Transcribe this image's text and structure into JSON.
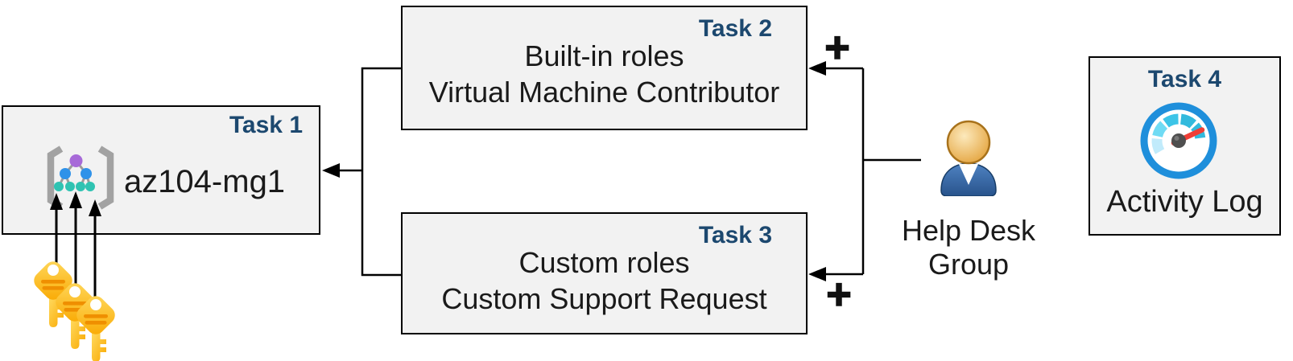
{
  "task1": {
    "label": "Task 1",
    "name": "az104-mg1",
    "icon": "management-group-icon"
  },
  "task2": {
    "label": "Task 2",
    "line1": "Built-in roles",
    "line2": "Virtual Machine Contributor"
  },
  "task3": {
    "label": "Task 3",
    "line1": "Custom roles",
    "line2": "Custom Support Request"
  },
  "task4": {
    "label": "Task 4",
    "caption": "Activity Log",
    "icon": "activity-log-gauge-icon"
  },
  "actor": {
    "line1": "Help Desk",
    "line2": "Group",
    "icon": "user-icon"
  },
  "assignments": {
    "plus_top": "+",
    "plus_bottom": "+"
  },
  "keys": {
    "icon": "key-icon",
    "count": 3
  },
  "colors": {
    "task_label": "#1c486f",
    "box_fill": "#f2f2f2",
    "box_border": "#000000",
    "text": "#1a1a1a",
    "connector": "#000000",
    "key_gold": "#ffb900",
    "key_stripe": "#ef8f00",
    "user_head": "#e8a33b",
    "user_body": "#2e5f9e",
    "gauge_ring": "#1f8fdb",
    "gauge_segment_dark": "#32badd",
    "gauge_segment_light": "#6fdbf4",
    "gauge_segment_pale": "#c1ebfb",
    "gauge_needle": "#ef3e36",
    "mg_purple": "#a76ad8",
    "mg_blue": "#2f92e9",
    "mg_teal": "#2fc3b2",
    "bracket_gray": "#a2a2a2"
  }
}
